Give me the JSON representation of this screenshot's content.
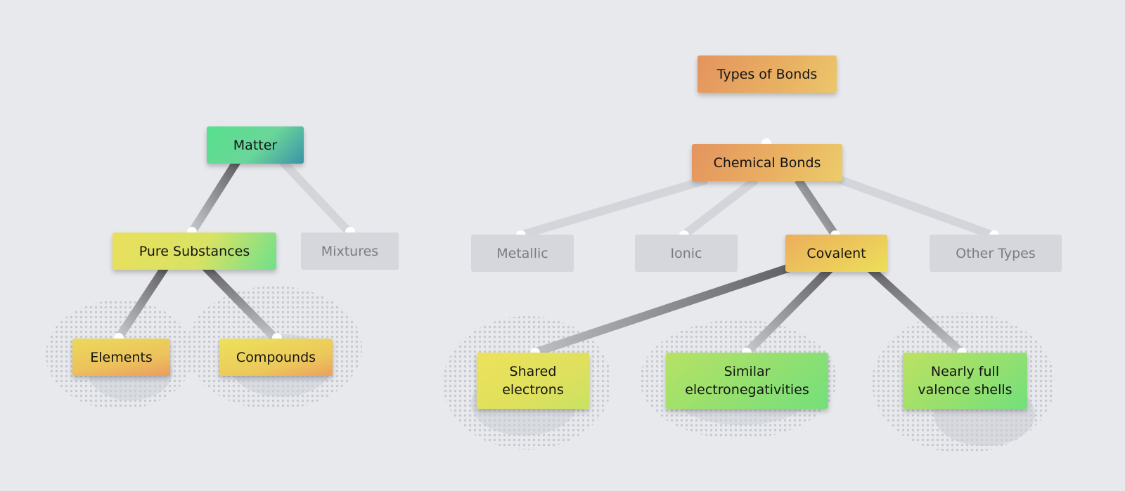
{
  "left_tree": {
    "root": "Matter",
    "pure_substances": "Pure Substances",
    "mixtures": "Mixtures",
    "elements": "Elements",
    "compounds": "Compounds"
  },
  "right_tree": {
    "root": "Types of Bonds",
    "chemical_bonds": "Chemical Bonds",
    "metallic": "Metallic",
    "ionic": "Ionic",
    "covalent": "Covalent",
    "other_types": "Other Types",
    "shared_electrons": "Shared electrons",
    "similar_electronegativities": "Similar electronegativities",
    "nearly_full_valence_shells": "Nearly full valence shells"
  },
  "colors": {
    "background": "#e8e9ec",
    "muted_node": "#d6d7dd",
    "muted_text": "#7a7c84",
    "dark_connector": "#6e6e72",
    "light_connector": "#d4d5da",
    "blob": "#c3c6ce"
  }
}
